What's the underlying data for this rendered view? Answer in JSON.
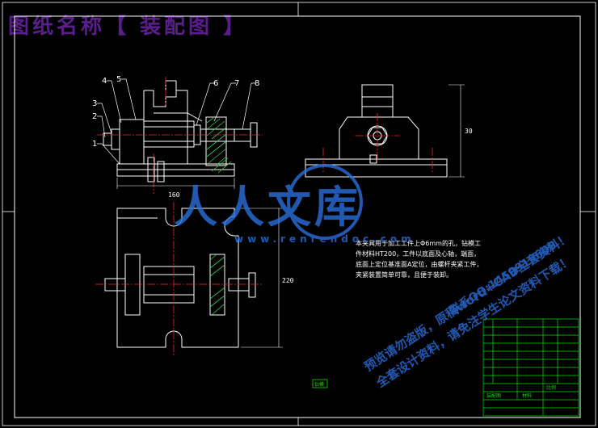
{
  "title": "图纸名称【 装配图 】",
  "part_numbers": [
    "1",
    "2",
    "3",
    "4",
    "5",
    "6",
    "7",
    "8"
  ],
  "dimensions": {
    "front_width": "160",
    "side_height": "30",
    "plan_height": "220"
  },
  "notes": [
    "本夹具用于加工工件上Φ6mm的孔，钻模工",
    "件材料HT200，工件以底面及心轴，端面，",
    "底面上定位基准面A定位，由螺杆夹紧工件，",
    "夹紧装置简单可靠，且便于装卸。"
  ],
  "watermark": {
    "logo_text": "人人文库",
    "url": "www.renrendoc.com",
    "promo_lines": [
      "预览请勿盗版，原稿word+CAD全套资料！",
      "联系QQ:1459919609",
      "全套设计资料，请免注学生论文资料下载！"
    ]
  },
  "title_block": {
    "tag": "钻模",
    "labels": [
      "装配图",
      "比例",
      "材料"
    ]
  },
  "colors": {
    "background": "#000000",
    "line": "#ffffff",
    "title": "#5a1e8c",
    "watermark_blue": "#2a6fdc",
    "centerline": "#ff2020",
    "hatch": "#30d050",
    "title_block": "#00e000"
  }
}
